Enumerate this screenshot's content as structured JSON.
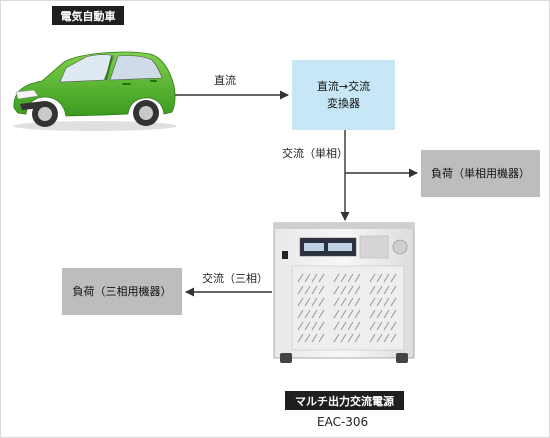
{
  "car_title": "電気自動車",
  "edge_dc": "直流",
  "converter": {
    "line1": "直流→交流",
    "line2": "変換器"
  },
  "edge_single_phase": "交流（単相）",
  "load_single": "負荷（単相用機器）",
  "edge_three_phase": "交流（三相）",
  "load_three": "負荷（三相用機器）",
  "power_source_name": "マルチ出力交流電源",
  "model": "EAC-306",
  "colors": {
    "car_body": "#4caf2a",
    "converter_fill": "#c8e7f6",
    "load_fill": "#bdbdbd",
    "title_fill": "#1f1f1f"
  }
}
